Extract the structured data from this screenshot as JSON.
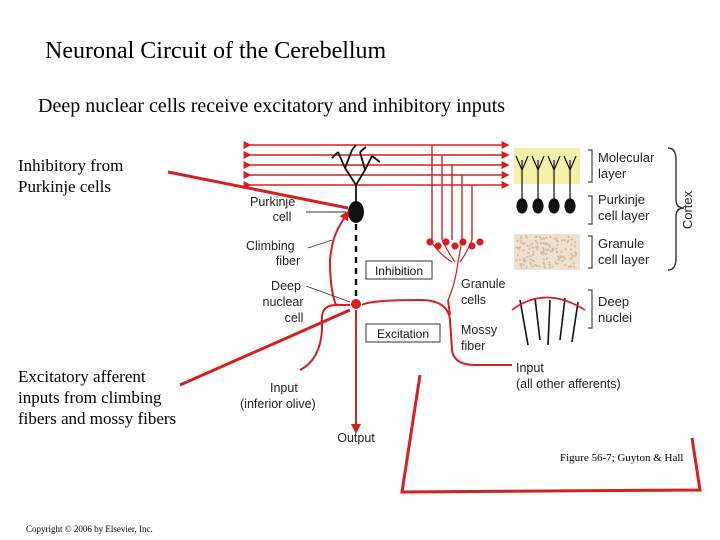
{
  "slide": {
    "title": "Neuronal Circuit of the Cerebellum",
    "subtitle": "Deep nuclear cells receive excitatory and inhibitory inputs",
    "callout_inhibitory": [
      "Inhibitory from",
      "Purkinje cells"
    ],
    "callout_excitatory": [
      "Excitatory afferent",
      "inputs from climbing",
      "fibers and mossy fibers"
    ],
    "figure_caption": "Figure 56-7; Guyton & Hall",
    "copyright": "Copyright © 2006 by Elsevier, Inc."
  },
  "diagram": {
    "labels": {
      "purkinje_cell": [
        "Purkinje",
        "cell"
      ],
      "climbing_fiber": [
        "Climbing",
        "fiber"
      ],
      "deep_nuclear_cell": [
        "Deep",
        "nuclear",
        "cell"
      ],
      "inhibition": "Inhibition",
      "excitation": "Excitation",
      "granule_cells": [
        "Granule",
        "cells"
      ],
      "mossy_fiber": [
        "Mossy",
        "fiber"
      ],
      "input_inferior_olive": [
        "Input",
        "(inferior olive)"
      ],
      "output": "Output",
      "input_other": [
        "Input",
        "(all other afferents)"
      ]
    },
    "layers": {
      "molecular_layer": [
        "Molecular",
        "layer"
      ],
      "purkinje_cell_layer": [
        "Purkinje",
        "cell layer"
      ],
      "granule_cell_layer": [
        "Granule",
        "cell layer"
      ],
      "deep_nuclei": [
        "Deep",
        "nuclei"
      ],
      "cortex": "Cortex"
    },
    "colors": {
      "excitatory": "#d42020",
      "inhibitory": "#000000",
      "molecular_layer_fill": "#f4f0a8",
      "granule_layer_fill": "#d9b79a"
    }
  }
}
